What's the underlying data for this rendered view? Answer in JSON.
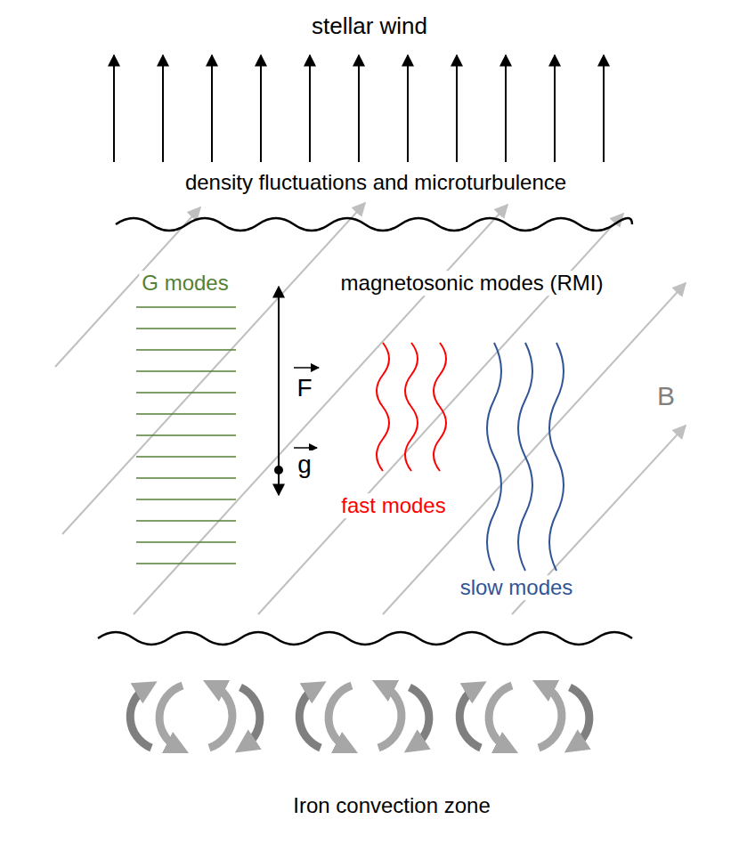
{
  "diagram": {
    "labels": [
      "stellar wind",
      "density fluctuations and microturbulence",
      "G modes",
      "magnetosonic modes (RMI)",
      "F",
      "g",
      "fast modes",
      "slow modes",
      "B",
      "Iron convection zone"
    ]
  }
}
